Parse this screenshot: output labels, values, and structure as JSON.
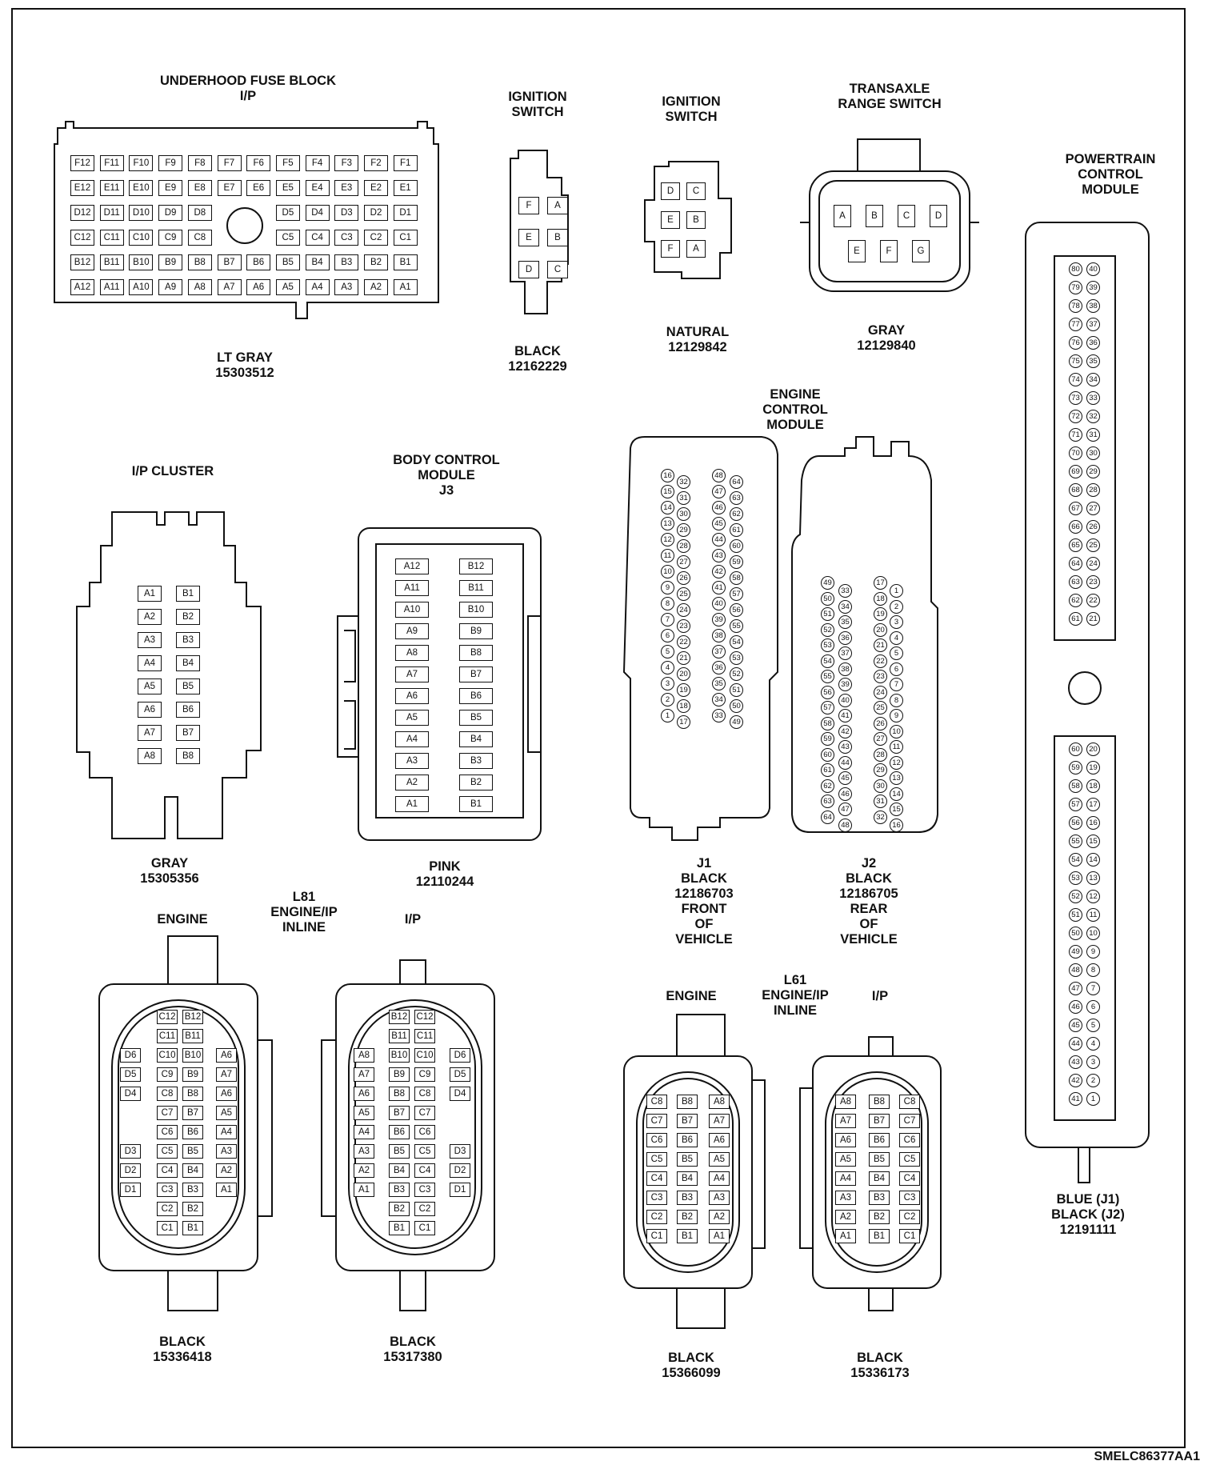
{
  "doc_id": "SMELC86377AA1",
  "connectors": {
    "fuse_block": {
      "title": [
        "UNDERHOOD FUSE BLOCK",
        "I/P"
      ],
      "caption": [
        "LT GRAY",
        "15303512"
      ],
      "rows": [
        [
          "F12",
          "F11",
          "F10",
          "F9",
          "F8",
          "F7",
          "F6",
          "F5",
          "F4",
          "F3",
          "F2",
          "F1"
        ],
        [
          "E12",
          "E11",
          "E10",
          "E9",
          "E8",
          "E7",
          "E6",
          "E5",
          "E4",
          "E3",
          "E2",
          "E1"
        ],
        [
          "D12",
          "D11",
          "D10",
          "D9",
          "D8",
          "",
          "",
          "D5",
          "D4",
          "D3",
          "D2",
          "D1"
        ],
        [
          "C12",
          "C11",
          "C10",
          "C9",
          "C8",
          "",
          "",
          "C5",
          "C4",
          "C3",
          "C2",
          "C1"
        ],
        [
          "B12",
          "B11",
          "B10",
          "B9",
          "B8",
          "B7",
          "B6",
          "B5",
          "B4",
          "B3",
          "B2",
          "B1"
        ],
        [
          "A12",
          "A11",
          "A10",
          "A9",
          "A8",
          "A7",
          "A6",
          "A5",
          "A4",
          "A3",
          "A2",
          "A1"
        ]
      ]
    },
    "ign1": {
      "title": [
        "IGNITION",
        "SWITCH"
      ],
      "caption": [
        "BLACK",
        "12162229"
      ],
      "pins": [
        [
          "F",
          "A"
        ],
        [
          "E",
          "B"
        ],
        [
          "D",
          "C"
        ]
      ]
    },
    "ign2": {
      "title": [
        "IGNITION",
        "SWITCH"
      ],
      "caption": [
        "NATURAL",
        "12129842"
      ],
      "pins": [
        [
          "D",
          "C"
        ],
        [
          "E",
          "B"
        ],
        [
          "F",
          "A"
        ]
      ]
    },
    "trans": {
      "title": [
        "TRANSAXLE",
        "RANGE SWITCH"
      ],
      "caption": [
        "GRAY",
        "12129840"
      ],
      "top": [
        "A",
        "B",
        "C",
        "D"
      ],
      "bottom": [
        "E",
        "F",
        "G"
      ]
    },
    "pcm": {
      "title": [
        "POWERTRAIN",
        "CONTROL",
        "MODULE"
      ],
      "caption": [
        "BLUE (J1)",
        "BLACK (J2)",
        "12191111"
      ],
      "upper": [
        [
          "80",
          "40"
        ],
        [
          "79",
          "39"
        ],
        [
          "78",
          "38"
        ],
        [
          "77",
          "37"
        ],
        [
          "76",
          "36"
        ],
        [
          "75",
          "35"
        ],
        [
          "74",
          "34"
        ],
        [
          "73",
          "33"
        ],
        [
          "72",
          "32"
        ],
        [
          "71",
          "31"
        ],
        [
          "70",
          "30"
        ],
        [
          "69",
          "29"
        ],
        [
          "68",
          "28"
        ],
        [
          "67",
          "27"
        ],
        [
          "66",
          "26"
        ],
        [
          "65",
          "25"
        ],
        [
          "64",
          "24"
        ],
        [
          "63",
          "23"
        ],
        [
          "62",
          "22"
        ],
        [
          "61",
          "21"
        ]
      ],
      "lower": [
        [
          "60",
          "20"
        ],
        [
          "59",
          "19"
        ],
        [
          "58",
          "18"
        ],
        [
          "57",
          "17"
        ],
        [
          "56",
          "16"
        ],
        [
          "55",
          "15"
        ],
        [
          "54",
          "14"
        ],
        [
          "53",
          "13"
        ],
        [
          "52",
          "12"
        ],
        [
          "51",
          "11"
        ],
        [
          "50",
          "10"
        ],
        [
          "49",
          "9"
        ],
        [
          "48",
          "8"
        ],
        [
          "47",
          "7"
        ],
        [
          "46",
          "6"
        ],
        [
          "45",
          "5"
        ],
        [
          "44",
          "4"
        ],
        [
          "43",
          "3"
        ],
        [
          "42",
          "2"
        ],
        [
          "41",
          "1"
        ]
      ]
    },
    "cluster": {
      "title": [
        "I/P CLUSTER"
      ],
      "caption": [
        "GRAY",
        "15305356"
      ],
      "pins": [
        [
          "A1",
          "B1"
        ],
        [
          "A2",
          "B2"
        ],
        [
          "A3",
          "B3"
        ],
        [
          "A4",
          "B4"
        ],
        [
          "A5",
          "B5"
        ],
        [
          "A6",
          "B6"
        ],
        [
          "A7",
          "B7"
        ],
        [
          "A8",
          "B8"
        ]
      ]
    },
    "bcm": {
      "title": [
        "BODY CONTROL",
        "MODULE",
        "J3"
      ],
      "caption": [
        "PINK",
        "12110244"
      ],
      "pins": [
        [
          "A12",
          "B12"
        ],
        [
          "A11",
          "B11"
        ],
        [
          "A10",
          "B10"
        ],
        [
          "A9",
          "B9"
        ],
        [
          "A8",
          "B8"
        ],
        [
          "A7",
          "B7"
        ],
        [
          "A6",
          "B6"
        ],
        [
          "A5",
          "B5"
        ],
        [
          "A4",
          "B4"
        ],
        [
          "A3",
          "B3"
        ],
        [
          "A2",
          "B2"
        ],
        [
          "A1",
          "B1"
        ]
      ]
    },
    "ecm": {
      "title": [
        "ENGINE",
        "CONTROL",
        "MODULE"
      ],
      "j1": {
        "caption": [
          "J1",
          "BLACK",
          "12186703",
          "FRONT",
          "OF",
          "VEHICLE"
        ],
        "col1": [
          "16",
          "15",
          "14",
          "13",
          "12",
          "11",
          "10",
          "9",
          "8",
          "7",
          "6",
          "5",
          "4",
          "3",
          "2",
          "1"
        ],
        "col2": [
          "32",
          "31",
          "30",
          "29",
          "28",
          "27",
          "26",
          "25",
          "24",
          "23",
          "22",
          "21",
          "20",
          "19",
          "18",
          "17"
        ],
        "col3": [
          "48",
          "47",
          "46",
          "45",
          "44",
          "43",
          "42",
          "41",
          "40",
          "39",
          "38",
          "37",
          "36",
          "35",
          "34",
          "33"
        ],
        "col4": [
          "64",
          "63",
          "62",
          "61",
          "60",
          "59",
          "58",
          "57",
          "56",
          "55",
          "54",
          "53",
          "52",
          "51",
          "50",
          "49"
        ]
      },
      "j2": {
        "caption": [
          "J2",
          "BLACK",
          "12186705",
          "REAR",
          "OF",
          "VEHICLE"
        ],
        "col1": [
          "49",
          "50",
          "51",
          "52",
          "53",
          "54",
          "55",
          "56",
          "57",
          "58",
          "59",
          "60",
          "61",
          "62",
          "63",
          "64"
        ],
        "col2": [
          "33",
          "34",
          "35",
          "36",
          "37",
          "38",
          "39",
          "40",
          "41",
          "42",
          "43",
          "44",
          "45",
          "46",
          "47",
          "48"
        ],
        "col3": [
          "17",
          "18",
          "19",
          "20",
          "21",
          "22",
          "23",
          "24",
          "25",
          "26",
          "27",
          "28",
          "29",
          "30",
          "31",
          "32"
        ],
        "col4": [
          "1",
          "2",
          "3",
          "4",
          "5",
          "6",
          "7",
          "8",
          "9",
          "10",
          "11",
          "12",
          "13",
          "14",
          "15",
          "16"
        ]
      }
    },
    "l81": {
      "title": [
        "L81",
        "ENGINE/IP",
        "INLINE"
      ],
      "engine": {
        "title": [
          "ENGINE"
        ],
        "caption": [
          "BLACK",
          "15336418"
        ],
        "rows": [
          [
            "",
            "C12",
            "B12",
            ""
          ],
          [
            "",
            "C11",
            "B11",
            ""
          ],
          [
            "D6",
            "C10",
            "B10",
            "A6"
          ],
          [
            "D5",
            "C9",
            "B9",
            "A7"
          ],
          [
            "D4",
            "C8",
            "B8",
            "A6"
          ],
          [
            "",
            "C7",
            "B7",
            "A5"
          ],
          [
            "",
            "C6",
            "B6",
            "A4"
          ],
          [
            "D3",
            "C5",
            "B5",
            "A3"
          ],
          [
            "D2",
            "C4",
            "B4",
            "A2"
          ],
          [
            "D1",
            "C3",
            "B3",
            "A1"
          ],
          [
            "",
            "C2",
            "B2",
            ""
          ],
          [
            "",
            "C1",
            "B1",
            ""
          ]
        ]
      },
      "ip": {
        "title": [
          "I/P"
        ],
        "caption": [
          "BLACK",
          "15317380"
        ],
        "rows": [
          [
            "",
            "B12",
            "C12",
            ""
          ],
          [
            "",
            "B11",
            "C11",
            ""
          ],
          [
            "A8",
            "B10",
            "C10",
            "D6"
          ],
          [
            "A7",
            "B9",
            "C9",
            "D5"
          ],
          [
            "A6",
            "B8",
            "C8",
            "D4"
          ],
          [
            "A5",
            "B7",
            "C7",
            ""
          ],
          [
            "A4",
            "B6",
            "C6",
            ""
          ],
          [
            "A3",
            "B5",
            "C5",
            "D3"
          ],
          [
            "A2",
            "B4",
            "C4",
            "D2"
          ],
          [
            "A1",
            "B3",
            "C3",
            "D1"
          ],
          [
            "",
            "B2",
            "C2",
            ""
          ],
          [
            "",
            "B1",
            "C1",
            ""
          ]
        ]
      }
    },
    "l61": {
      "title": [
        "L61",
        "ENGINE/IP",
        "INLINE"
      ],
      "engine": {
        "title": [
          "ENGINE"
        ],
        "caption": [
          "BLACK",
          "15366099"
        ],
        "rows": [
          [
            "C8",
            "B8",
            "A8"
          ],
          [
            "C7",
            "B7",
            "A7"
          ],
          [
            "C6",
            "B6",
            "A6"
          ],
          [
            "C5",
            "B5",
            "A5"
          ],
          [
            "C4",
            "B4",
            "A4"
          ],
          [
            "C3",
            "B3",
            "A3"
          ],
          [
            "C2",
            "B2",
            "A2"
          ],
          [
            "C1",
            "B1",
            "A1"
          ]
        ]
      },
      "ip": {
        "title": [
          "I/P"
        ],
        "caption": [
          "BLACK",
          "15336173"
        ],
        "rows": [
          [
            "A8",
            "B8",
            "C8"
          ],
          [
            "A7",
            "B7",
            "C7"
          ],
          [
            "A6",
            "B6",
            "C6"
          ],
          [
            "A5",
            "B5",
            "C5"
          ],
          [
            "A4",
            "B4",
            "C4"
          ],
          [
            "A3",
            "B3",
            "C3"
          ],
          [
            "A2",
            "B2",
            "C2"
          ],
          [
            "A1",
            "B1",
            "C1"
          ]
        ]
      }
    }
  }
}
